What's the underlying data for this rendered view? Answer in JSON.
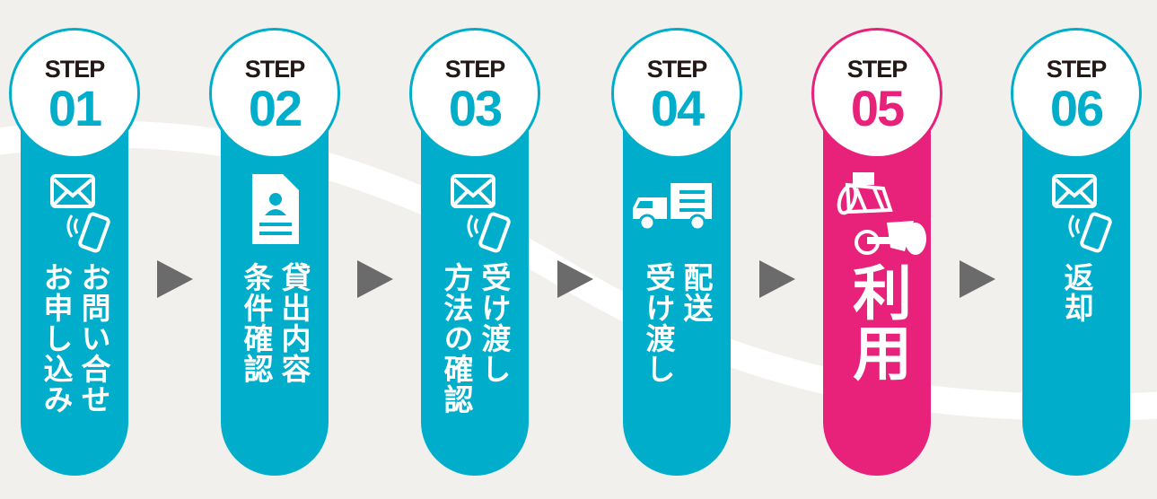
{
  "colors": {
    "teal": "#00aecb",
    "pink": "#e8217a",
    "arrow": "#6b6b6b",
    "bg": "#f1f0ec"
  },
  "steps": [
    {
      "label": "STEP",
      "number": "01",
      "text": "お問い合せお申し込み",
      "icon": "mail-phone-icon"
    },
    {
      "label": "STEP",
      "number": "02",
      "text": "貸出内容条件確認",
      "icon": "document-icon"
    },
    {
      "label": "STEP",
      "number": "03",
      "text": "受け渡し方法の確認",
      "icon": "mail-phone-icon"
    },
    {
      "label": "STEP",
      "number": "04",
      "text": "配送受け渡し",
      "icon": "truck-icon"
    },
    {
      "label": "STEP",
      "number": "05",
      "text": "利用",
      "icon": "wheelchair-icon"
    },
    {
      "label": "STEP",
      "number": "06",
      "text": "返却",
      "icon": "mail-phone-icon"
    }
  ],
  "lines": [
    [
      "お問い合せ",
      "お申し込み"
    ],
    [
      "貸出内容",
      "条件確認"
    ],
    [
      "受け渡し",
      "方法の確認"
    ],
    [
      "配送",
      "受け渡し"
    ],
    [
      "利用"
    ],
    [
      "返却"
    ]
  ]
}
